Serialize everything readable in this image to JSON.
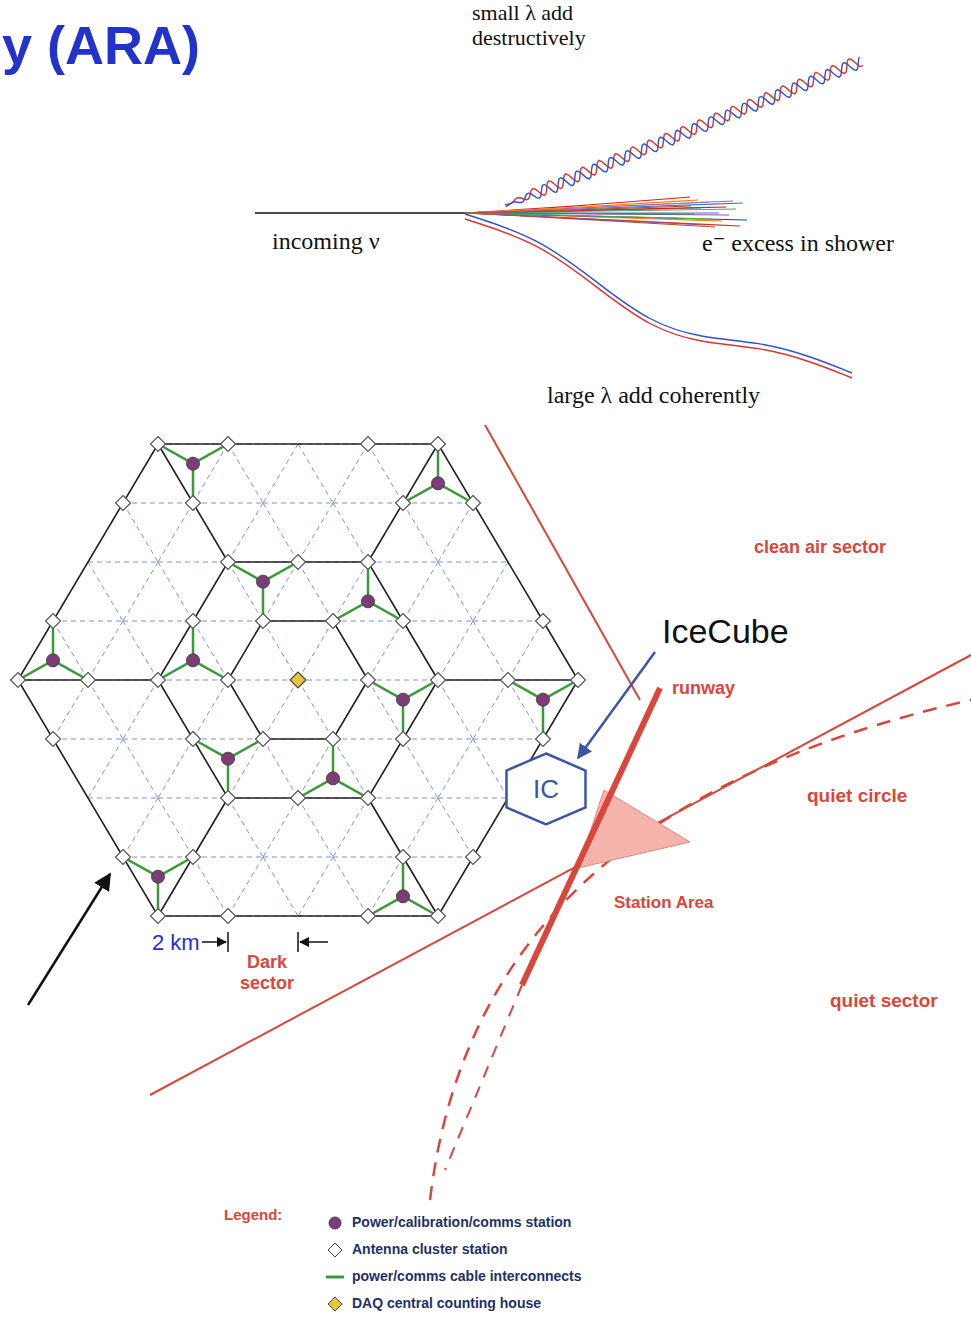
{
  "diagram": {
    "title": "y (ARA)",
    "nodes": [
      {
        "text": [
          "IC"
        ]
      }
    ],
    "labels": [
      "small λ add destructively",
      "incoming ν",
      "e⁻ excess in shower",
      "large λ add coherently",
      "clean air sector",
      "IceCube",
      "runway",
      "quiet circle",
      "Station Area",
      "2 km",
      "quiet sector",
      "Dark sector",
      "Legend:"
    ],
    "legend": [
      {
        "text": "Power/calibration/comms station",
        "color": "#7d3c78"
      },
      {
        "text": "Antenna cluster station"
      },
      {
        "text": "power/comms cable interconnects"
      },
      {
        "text": "DAQ central counting house",
        "color": "#e8c43a"
      }
    ]
  }
}
